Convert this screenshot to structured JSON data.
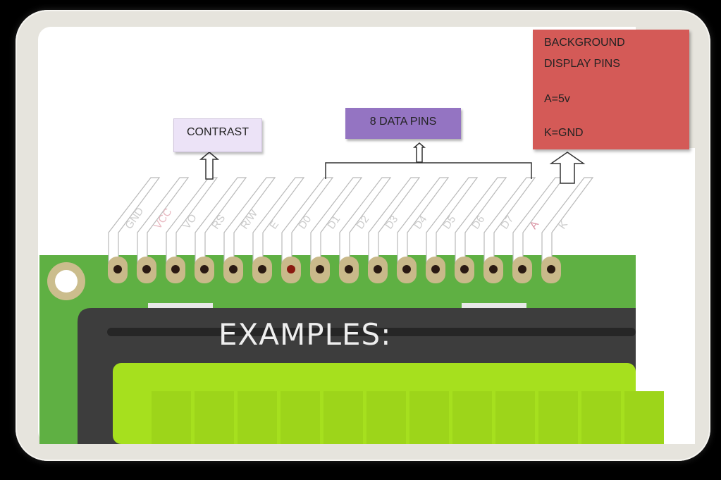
{
  "labels": {
    "contrast": "CONTRAST",
    "data_pins": "8 DATA PINS",
    "backlight_line1": "BACKGROUND",
    "backlight_line2": "DISPLAY PINS",
    "backlight_line3": "A=5v",
    "backlight_line4": "K=GND"
  },
  "pins": [
    {
      "name": "GND",
      "color": "#cccccc",
      "hole": "#2a1a12"
    },
    {
      "name": "VCC",
      "color": "#e8b8c0",
      "hole": "#2a1a12"
    },
    {
      "name": "VO",
      "color": "#cccccc",
      "hole": "#2a1a12"
    },
    {
      "name": "RS",
      "color": "#cccccc",
      "hole": "#2a1a12"
    },
    {
      "name": "R/W",
      "color": "#cccccc",
      "hole": "#2a1a12"
    },
    {
      "name": "E",
      "color": "#cccccc",
      "hole": "#2a1a12"
    },
    {
      "name": "D0",
      "color": "#cccccc",
      "hole": "#8a1a10"
    },
    {
      "name": "D1",
      "color": "#cccccc",
      "hole": "#2a1a12"
    },
    {
      "name": "D2",
      "color": "#cccccc",
      "hole": "#2a1a12"
    },
    {
      "name": "D3",
      "color": "#cccccc",
      "hole": "#2a1a12"
    },
    {
      "name": "D4",
      "color": "#cccccc",
      "hole": "#2a1a12"
    },
    {
      "name": "D5",
      "color": "#cccccc",
      "hole": "#2a1a12"
    },
    {
      "name": "D6",
      "color": "#cccccc",
      "hole": "#2a1a12"
    },
    {
      "name": "D7",
      "color": "#cccccc",
      "hole": "#2a1a12"
    },
    {
      "name": "A",
      "color": "#d890a0",
      "hole": "#2a1a12"
    },
    {
      "name": "K",
      "color": "#cccccc",
      "hole": "#2a1a12"
    }
  ],
  "lcd_text": "EXAMPLES:",
  "colors": {
    "pcb": "#5fb043",
    "pad": "#c9b98a",
    "bezel": "#3d3d3d",
    "lcd": "#a6e01e",
    "backlight_box": "#d45a57",
    "data_box": "#9474c2",
    "contrast_box": "#ece3f7"
  }
}
